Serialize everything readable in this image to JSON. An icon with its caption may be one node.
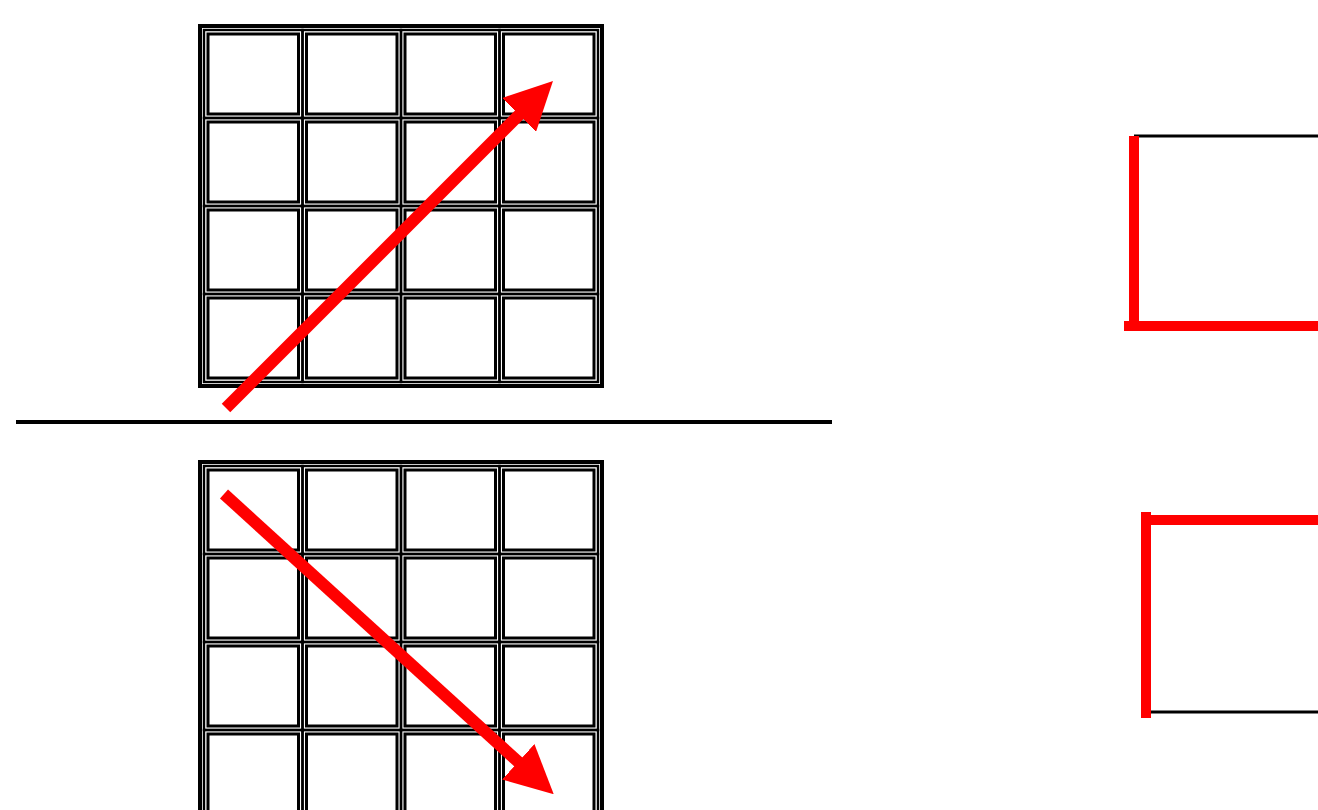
{
  "diagram": {
    "nodes": [
      {
        "text": [],
        "shape": "grid"
      },
      {
        "text": [],
        "shape": "grid"
      },
      {
        "text": [],
        "shape": "box"
      },
      {
        "text": [],
        "shape": "box"
      }
    ]
  }
}
